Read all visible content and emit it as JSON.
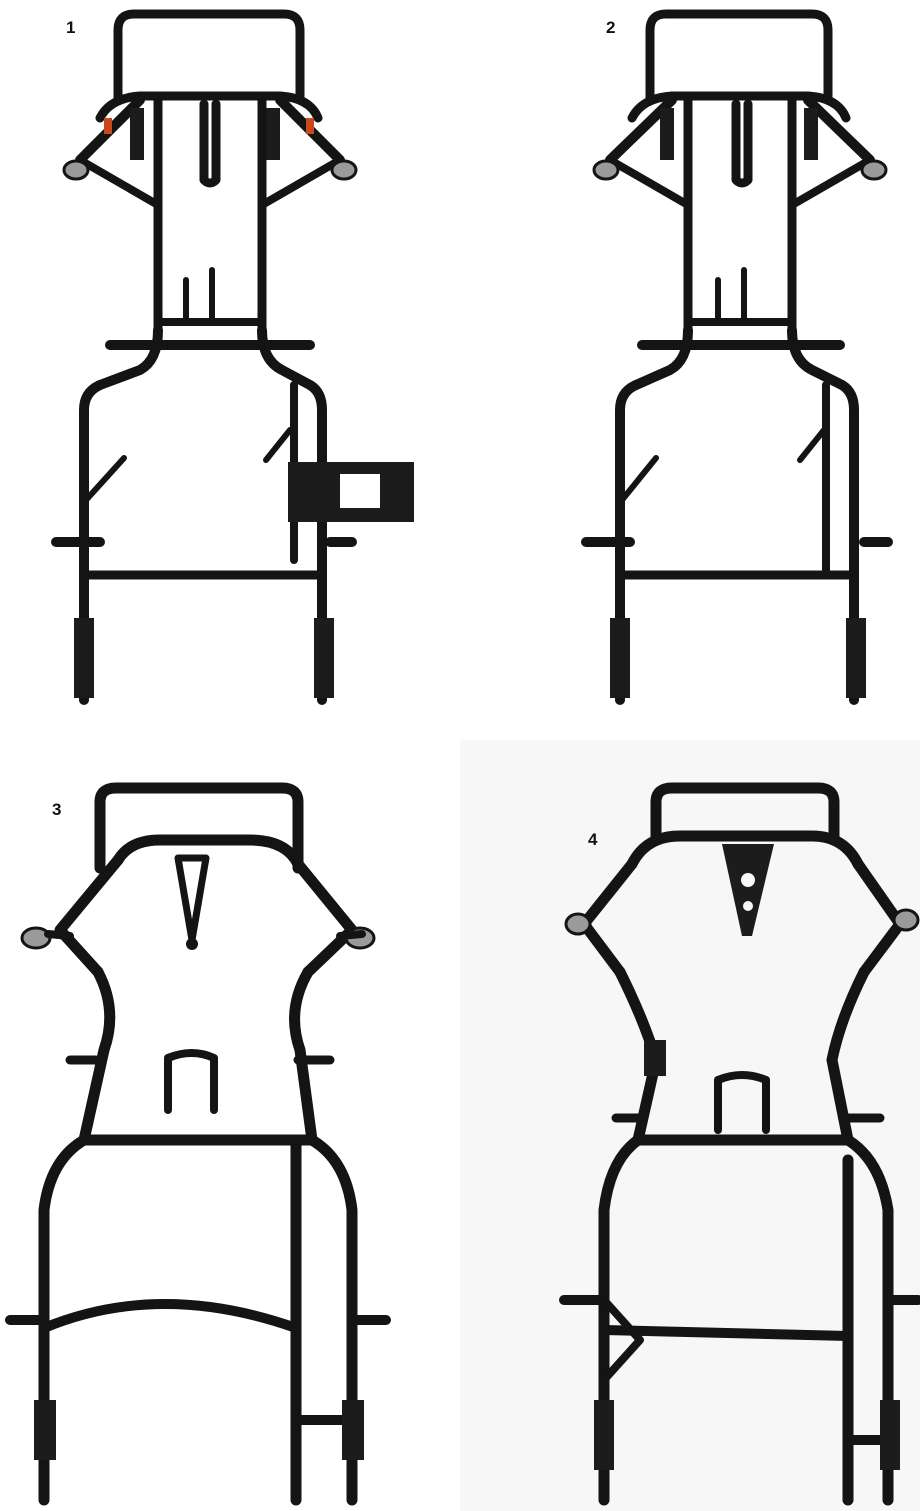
{
  "panels": [
    {
      "number": "1"
    },
    {
      "number": "2"
    },
    {
      "number": "3"
    },
    {
      "number": "4"
    }
  ],
  "colors": {
    "frame": "#141414",
    "background": "#ffffff",
    "accent": "#c9481e"
  }
}
